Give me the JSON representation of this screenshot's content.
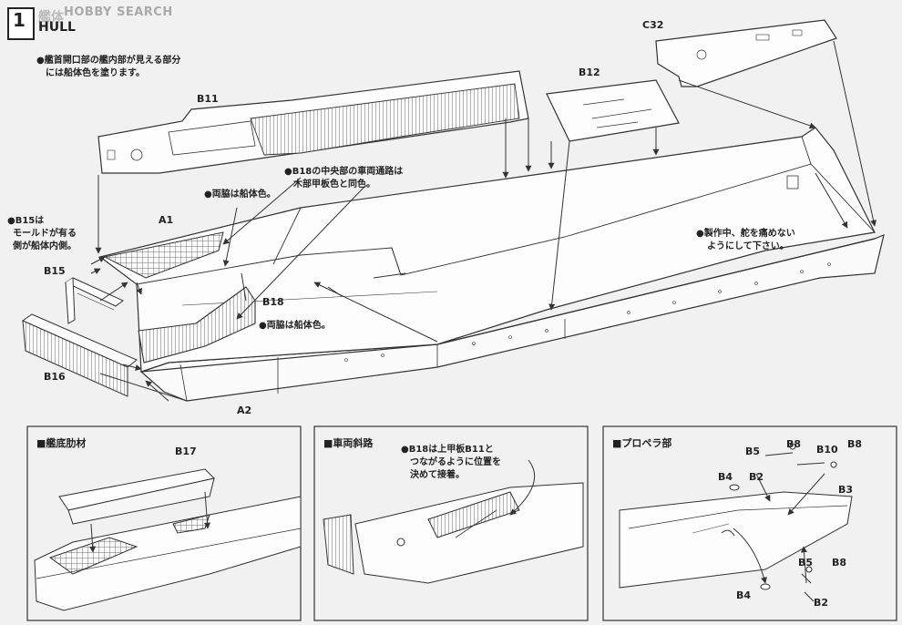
{
  "header": {
    "step_number": "1",
    "title_jp": "艦体",
    "title_en": "HULL",
    "watermark": "HOBBY SEARCH"
  },
  "parts": {
    "b11": "B11",
    "b12": "B12",
    "c32": "C32",
    "a1": "A1",
    "a2": "A2",
    "b15": "B15",
    "b16": "B16",
    "b18": "B18",
    "b17": "B17",
    "b2": "B2",
    "b3": "B3",
    "b4": "B4",
    "b5": "B5",
    "b8": "B8",
    "b10": "B10"
  },
  "notes": {
    "bow_opening_1": "●艦首開口部の艦内部が見える部分",
    "bow_opening_2": "には船体色を塗ります。",
    "b18_center_1": "●B18の中央部の車両通路は",
    "b18_center_2": "木部甲板色と同色。",
    "both_sides_hull": "●両脇は船体色。",
    "both_sides_hull_2": "●両脇は船体色。",
    "b15_1": "●B15は",
    "b15_2": "モールドが有る",
    "b15_3": "側が船体内側。",
    "rudder_1": "●製作中、舵を痛めない",
    "rudder_2": "ようにして下さい。",
    "b18_align_1": "●B18は上甲板B11と",
    "b18_align_2": "つながるように位置を",
    "b18_align_3": "決めて接着。"
  },
  "sections": {
    "bilge": "■艦底肋材",
    "ramp": "■車両斜路",
    "propeller": "■プロペラ部"
  }
}
